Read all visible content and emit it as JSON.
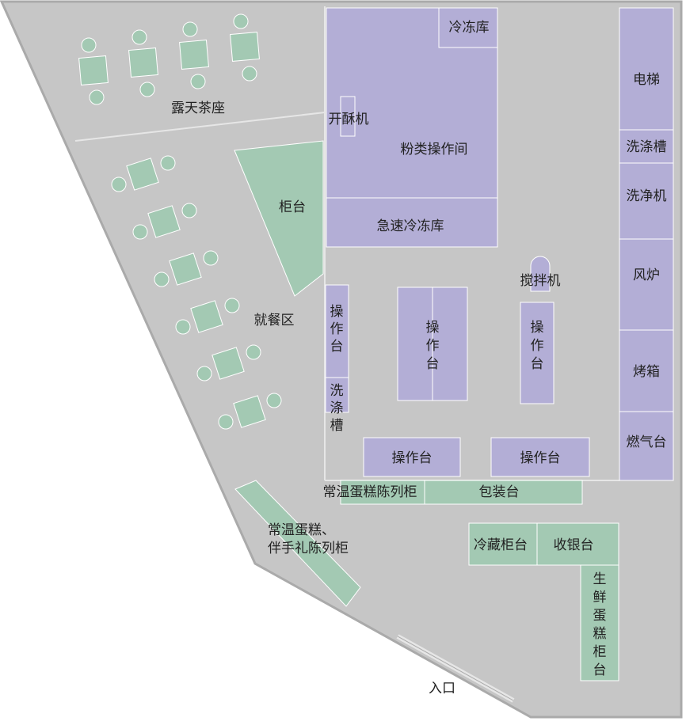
{
  "colors": {
    "floor": "#c6c6c6",
    "floor_edge": "#aaaaaa",
    "line": "#e6e6e6",
    "kitchen": "#b3aed6",
    "kitchen_edge": "#ffffff",
    "furniture": "#a3c9b3",
    "text": "#222222"
  },
  "labels": {
    "terrace": "露天茶座",
    "dining": "就餐区",
    "counter": "柜台",
    "freezer": "冷冻库",
    "pastry_machine": "开酥机",
    "flour_room": "粉类操作间",
    "blast_freezer": "急速冷冻库",
    "mixer": "搅拌机",
    "elevator": "电梯",
    "sink_right": "洗涤槽",
    "dishwasher": "洗净机",
    "fan_oven": "风炉",
    "oven": "烤箱",
    "gas_stove": "燃气台",
    "workbench_left": [
      "操",
      "作",
      "台"
    ],
    "sink_left": [
      "洗",
      "涤",
      "槽"
    ],
    "workbench_center": [
      "操",
      "作",
      "台"
    ],
    "workbench_right": [
      "操",
      "作",
      "台"
    ],
    "workbench_bottom_left": "操作台",
    "workbench_bottom_right": "操作台",
    "ambient_cake_cabinet": "常温蛋糕陈列柜",
    "packing_table": "包装台",
    "gift_cabinet": [
      "常温蛋糕、",
      "伴手礼陈列柜"
    ],
    "chilled_cabinet": "冷藏柜台",
    "cashier": "收银台",
    "fresh_cake_counter": [
      "生",
      "鲜",
      "蛋",
      "糕",
      "柜",
      "台"
    ],
    "entrance": "入口"
  }
}
